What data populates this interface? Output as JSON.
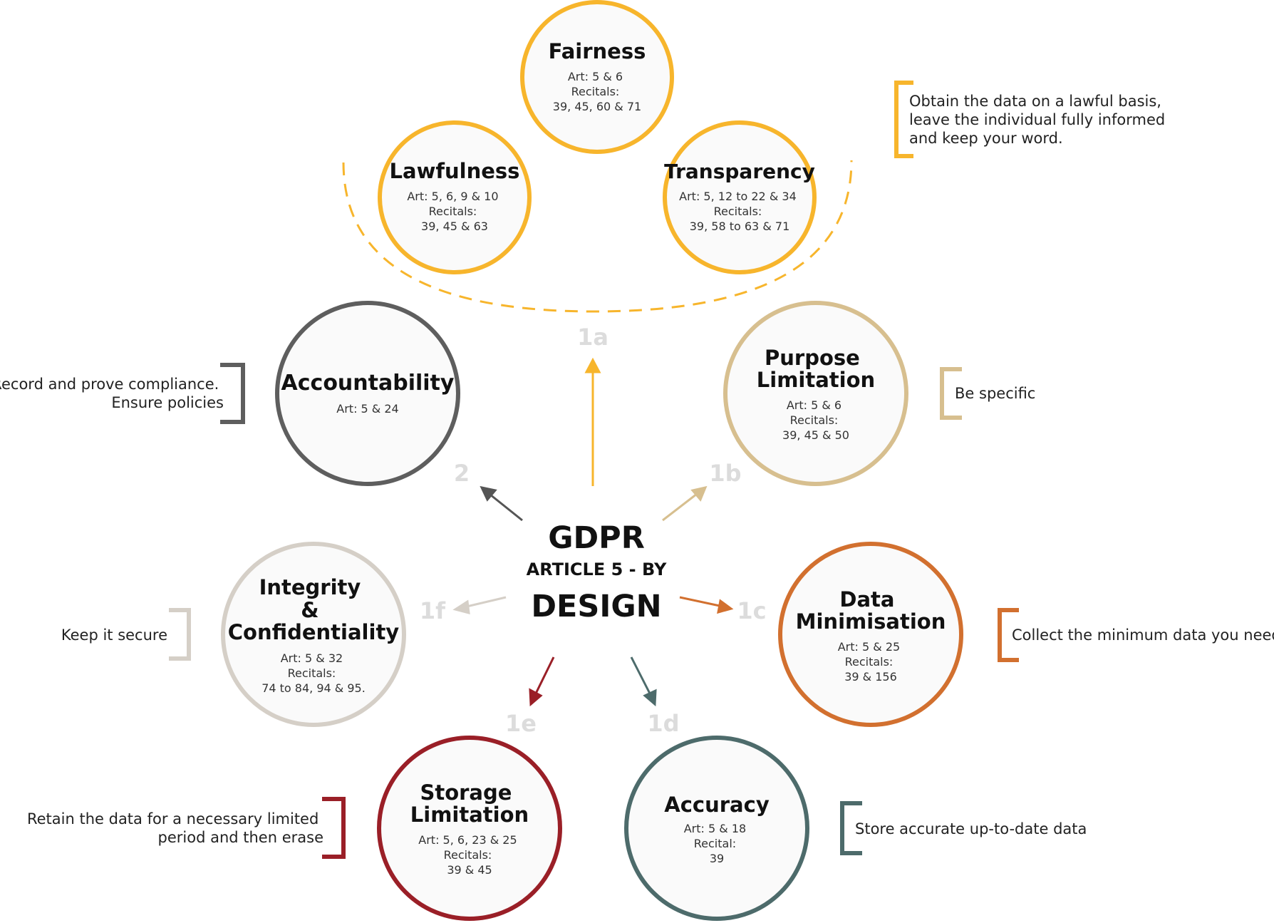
{
  "center": {
    "line1": "GDPR",
    "line2": "ARTICLE 5 - BY",
    "line3": "DESIGN"
  },
  "principles": {
    "fairness": {
      "title": [
        "Fairness"
      ],
      "refs": [
        "Art: 5 & 6",
        "Recitals:",
        "39, 45, 60 & 71"
      ],
      "color": "#F7B52C"
    },
    "lawfulness": {
      "title": [
        "Lawfulness"
      ],
      "refs": [
        "Art: 5, 6, 9 & 10",
        "Recitals:",
        "39, 45 & 63"
      ],
      "color": "#F7B52C"
    },
    "transparency": {
      "title": [
        "Transparency"
      ],
      "refs": [
        "Art: 5, 12 to 22 & 34",
        "Recitals:",
        "39, 58 to 63 & 71"
      ],
      "color": "#F7B52C"
    },
    "accountability": {
      "title": [
        "Accountability"
      ],
      "refs": [
        "Art: 5 & 24"
      ],
      "color": "#5E5E5E"
    },
    "purpose_limitation": {
      "title": [
        "Purpose",
        "Limitation"
      ],
      "refs": [
        "Art: 5 & 6",
        "Recitals:",
        "39, 45 & 50"
      ],
      "color": "#D7BF8F"
    },
    "integrity": {
      "title": [
        "Integrity",
        "&",
        "Confidentiality"
      ],
      "refs": [
        "Art: 5 & 32",
        "Recitals:",
        "74 to 84, 94 & 95."
      ],
      "color": "#D5CFC7"
    },
    "data_minimisation": {
      "title": [
        "Data",
        "Minimisation"
      ],
      "refs": [
        "Art: 5 & 25",
        "Recitals:",
        "39 & 156"
      ],
      "color": "#D2702F"
    },
    "storage_limitation": {
      "title": [
        "Storage",
        "Limitation"
      ],
      "refs": [
        "Art: 5, 6, 23 & 25",
        "Recitals:",
        "39 & 45"
      ],
      "color": "#9A1F27"
    },
    "accuracy": {
      "title": [
        "Accuracy"
      ],
      "refs": [
        "Art: 5 & 18",
        "Recital:",
        "39"
      ],
      "color": "#4D6B6B"
    }
  },
  "notes": {
    "lawful": [
      "Obtain the data on a lawful basis,",
      "leave the individual fully informed",
      "and keep your word."
    ],
    "accountability": [
      "Record and prove compliance.",
      "Ensure policies"
    ],
    "purpose": [
      "Be specific"
    ],
    "integrity": [
      "Keep it secure"
    ],
    "minimisation": [
      "Collect the minimum data you need"
    ],
    "storage": [
      "Retain the data for a necessary limited",
      "period and then erase"
    ],
    "accuracy": [
      "Store accurate up-to-date data"
    ]
  },
  "steps": {
    "s1a": "1a",
    "s1b": "1b",
    "s1c": "1c",
    "s1d": "1d",
    "s1e": "1e",
    "s1f": "1f",
    "s2": "2"
  }
}
